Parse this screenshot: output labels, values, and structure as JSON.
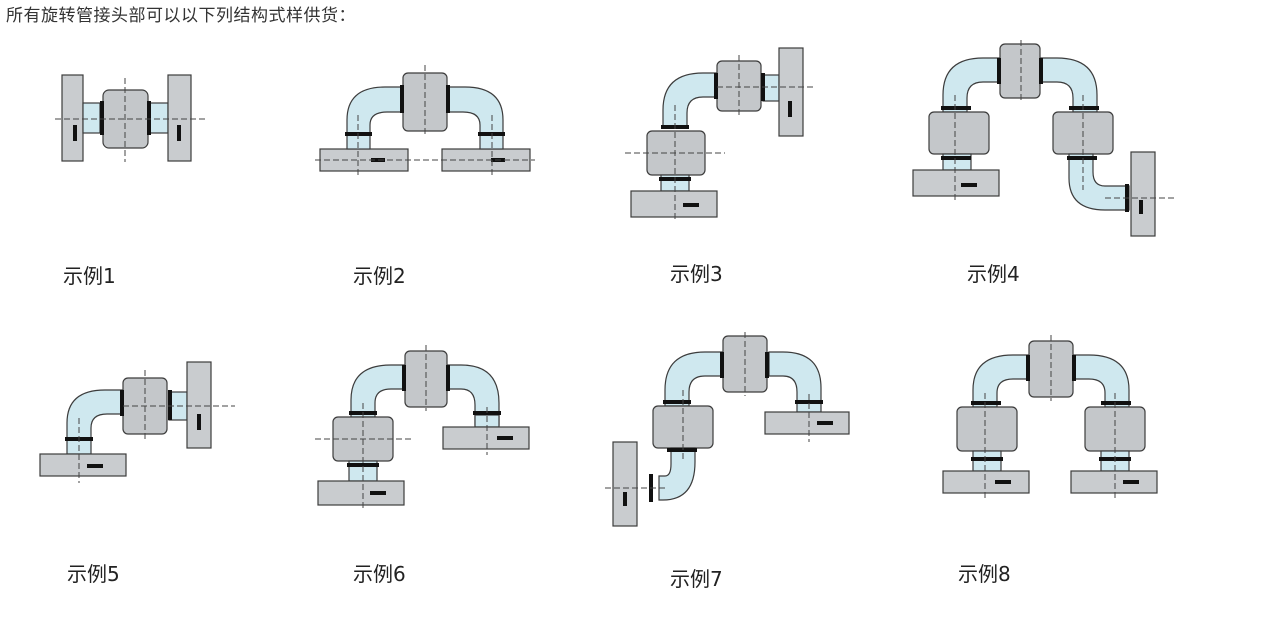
{
  "header": {
    "title": "所有旋转管接头部可以以下列结构式样供货："
  },
  "examples": [
    {
      "id": 1,
      "label": "示例1"
    },
    {
      "id": 2,
      "label": "示例2"
    },
    {
      "id": 3,
      "label": "示例3"
    },
    {
      "id": 4,
      "label": "示例4"
    },
    {
      "id": 5,
      "label": "示例5"
    },
    {
      "id": 6,
      "label": "示例6"
    },
    {
      "id": 7,
      "label": "示例7"
    },
    {
      "id": 8,
      "label": "示例8"
    }
  ],
  "colors": {
    "flange_fill": "#c9cccf",
    "body_fill": "#c4c7ca",
    "pipe_fill": "#cfe8ef",
    "outline": "#3c3c3c",
    "ring": "#111111",
    "centerline": "#444444"
  }
}
